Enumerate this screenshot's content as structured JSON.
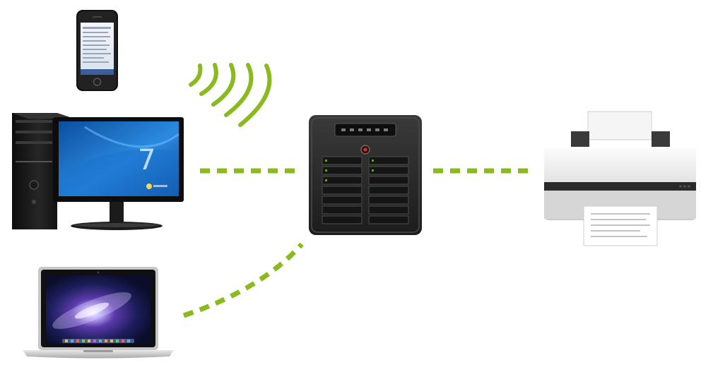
{
  "diagram": {
    "accent": "#8bba1e",
    "nodes": [
      {
        "id": "smartphone",
        "icon": "smartphone-icon",
        "screen_color": "#e8eef6"
      },
      {
        "id": "desktop-pc",
        "icon": "desktop-computer-icon",
        "screen_color": "#1d6fc4",
        "screen_glyph": "7"
      },
      {
        "id": "laptop",
        "icon": "laptop-icon",
        "screen_color": "#1a1f5c"
      },
      {
        "id": "nas-server",
        "icon": "nas-server-icon",
        "body_color": "#2a2a2a"
      },
      {
        "id": "printer",
        "icon": "printer-icon",
        "body_color": "#e6e6e6"
      }
    ],
    "connections": [
      {
        "from": "smartphone",
        "to": "nas-server",
        "kind": "wireless",
        "color": "#8bba1e"
      },
      {
        "from": "desktop-pc",
        "to": "nas-server",
        "kind": "wired",
        "color": "#8bba1e"
      },
      {
        "from": "laptop",
        "to": "nas-server",
        "kind": "wired",
        "color": "#8bba1e"
      },
      {
        "from": "nas-server",
        "to": "printer",
        "kind": "wired",
        "color": "#8bba1e"
      }
    ]
  }
}
